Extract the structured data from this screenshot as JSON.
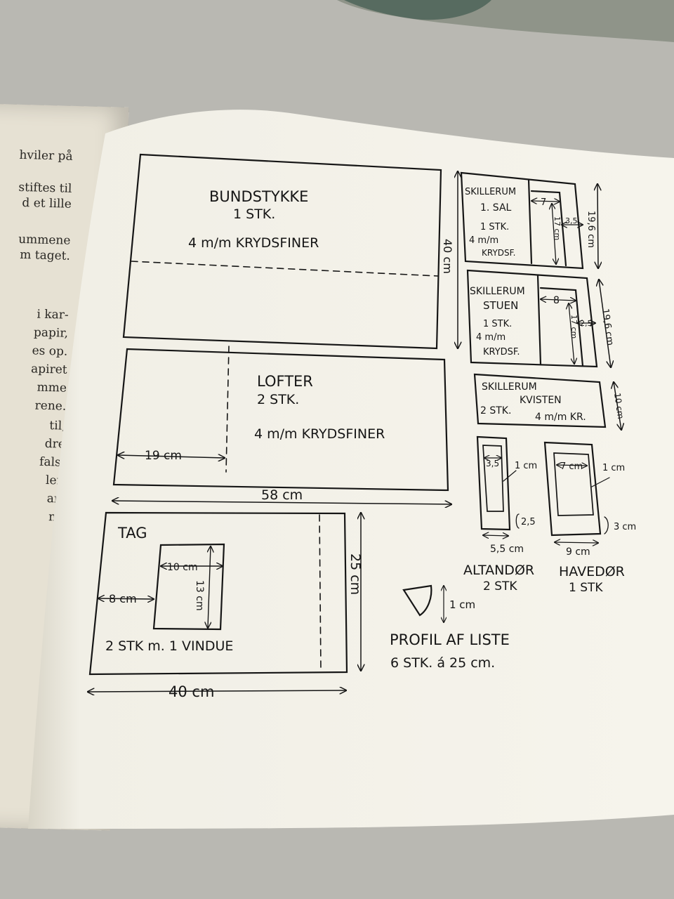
{
  "left_page": {
    "lines": [
      "hviler på",
      "stiftes til",
      "d et lille",
      "ummene",
      "m taget.",
      "i kar-",
      "papir,",
      "es op.",
      "apiret",
      "mme",
      "rene.",
      "til,",
      "dre",
      "fals,",
      "len",
      "ar-",
      "ne"
    ]
  },
  "bundstykke": {
    "title": "BUNDSTYKKE",
    "count": "1 STK.",
    "material": "4 m/m KRYDSFINER",
    "height_dim": "40 cm"
  },
  "lofter": {
    "title": "LOFTER",
    "count": "2 STK.",
    "material": "4 m/m KRYDSFINER",
    "offset_dim": "19 cm",
    "width_dim": "58 cm"
  },
  "tag": {
    "title": "TAG",
    "window_w": "10 cm",
    "window_h": "13 cm",
    "offset_dim": "8 cm",
    "note": "2 STK m. 1 VINDUE",
    "height_dim": "25 cm",
    "width_dim": "40 cm"
  },
  "skillerum_sal": {
    "title": "SKILLERUM",
    "subtitle": "1. SAL",
    "count": "1 STK.",
    "material1": "4 m/m",
    "material2": "KRYDSF.",
    "w": "7",
    "h": "17 cm",
    "side": "3,5",
    "height_dim": "19,6 cm"
  },
  "skillerum_stuen": {
    "title": "SKILLERUM",
    "subtitle": "STUEN",
    "count": "1 STK.",
    "material1": "4 m/m",
    "material2": "KRYDSF.",
    "w": "8",
    "h": "17 cm",
    "side": "2,5",
    "height_dim": "19,6 cm"
  },
  "skillerum_kvisten": {
    "title": "SKILLERUM",
    "subtitle": "KVISTEN",
    "count": "2 STK.",
    "material": "4 m/m KR.",
    "height_dim": "10 cm"
  },
  "altandor": {
    "inner_w": "3,5",
    "frame": "1 cm",
    "bottom": "2,5",
    "width_dim": "5,5 cm",
    "name": "ALTANDØR",
    "count": "2 STK"
  },
  "havedor": {
    "inner_w": "7 cm",
    "frame": "1 cm",
    "bottom": "3 cm",
    "width_dim": "9 cm",
    "name": "HAVEDØR",
    "count": "1 STK"
  },
  "profil": {
    "size": "1 cm",
    "title": "PROFIL AF LISTE",
    "count": "6 STK. á 25 cm."
  },
  "colors": {
    "ink": "#161616",
    "paper": "#f4f2e9",
    "table": "#b9b8b2"
  }
}
